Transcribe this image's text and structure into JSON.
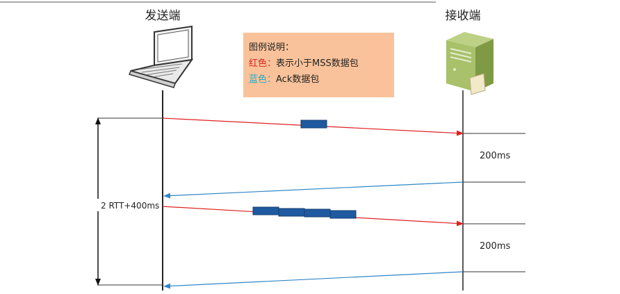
{
  "sender": {
    "label": "发送端"
  },
  "receiver": {
    "label": "接收端"
  },
  "legend": {
    "title": "图例说明：",
    "red_key": "红色：",
    "red_desc": "表示小于MSS数据包",
    "blue_key": "蓝色：",
    "blue_desc": "Ack数据包"
  },
  "rtt_label": "2 RTT+400ms",
  "delay_labels": [
    "200ms",
    "200ms"
  ],
  "colors": {
    "data_arrow": "#e02020",
    "ack_arrow": "#2e86c8",
    "packet": "#1f5aa0",
    "legend_bg": "#f9c29a",
    "blue_text": "#2aa9c7"
  },
  "icons": {
    "sender": "laptop-icon",
    "receiver": "server-icon"
  }
}
